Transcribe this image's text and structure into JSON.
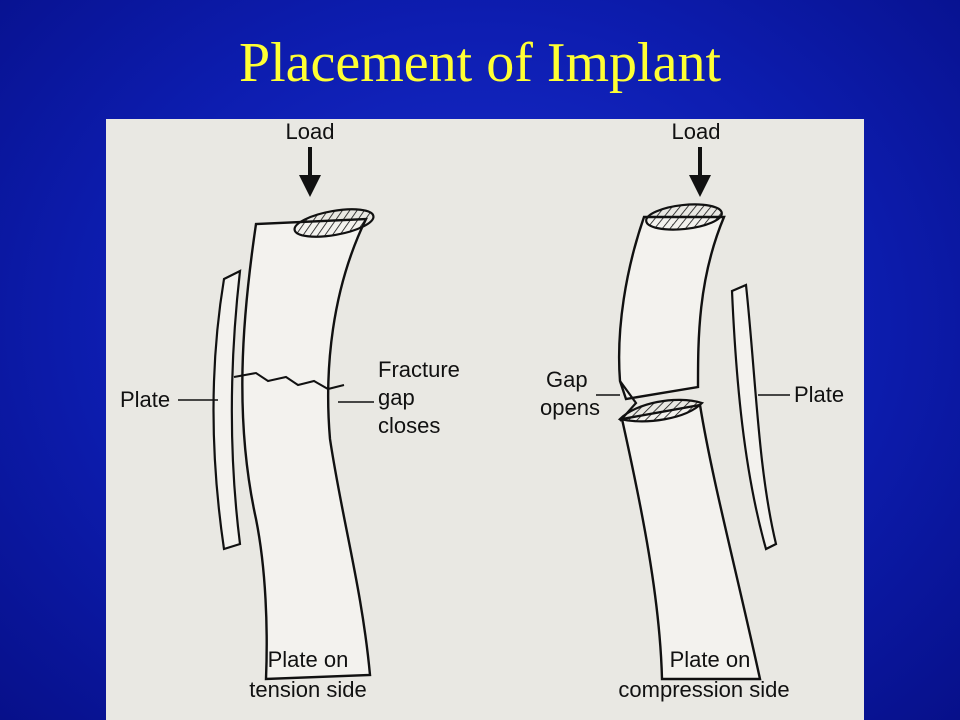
{
  "slide": {
    "title": "Placement of Implant"
  },
  "figure": {
    "left_panel": {
      "load_label": "Load",
      "plate_label": "Plate",
      "fracture_label_line1": "Fracture",
      "fracture_label_line2": "gap",
      "fracture_label_line3": "closes",
      "caption_line1": "Plate on",
      "caption_line2": "tension side"
    },
    "right_panel": {
      "load_label": "Load",
      "plate_label": "Plate",
      "gap_label_line1": "Gap",
      "gap_label_line2": "opens",
      "caption_line1": "Plate on",
      "caption_line2": "compression side"
    }
  },
  "colors": {
    "background": "#0d1db0",
    "title": "#ffff33",
    "panel": "#e9e8e3",
    "ink": "#111111"
  }
}
